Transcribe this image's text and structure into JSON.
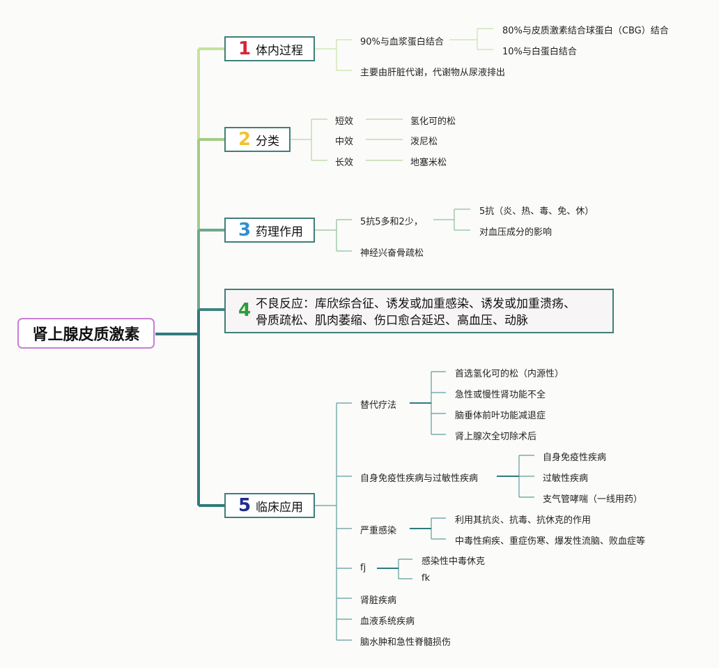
{
  "root": {
    "label": "肾上腺皮质激素"
  },
  "colors": {
    "num1": "#d9243a",
    "num2": "#f2c231",
    "num3": "#2d8fd5",
    "num4": "#2e9a3a",
    "num5": "#1f2d8a",
    "root_border": "#c77ed6",
    "category_border": "#3f7f78"
  },
  "categories": {
    "c1": {
      "num": "1",
      "label": "体内过程",
      "children": {
        "a": {
          "label": "90%与血浆蛋白结合",
          "children": {
            "x": "80%与皮质激素结合球蛋白（CBG）结合",
            "y": "10%与白蛋白结合"
          }
        },
        "b": {
          "label": "主要由肝脏代谢，代谢物从尿液排出"
        }
      }
    },
    "c2": {
      "num": "2",
      "label": "分类",
      "children": {
        "a": {
          "label": "短效",
          "child": "氢化可的松"
        },
        "b": {
          "label": "中效",
          "child": "泼尼松"
        },
        "c": {
          "label": "长效",
          "child": "地塞米松"
        }
      }
    },
    "c3": {
      "num": "3",
      "label": "药理作用",
      "children": {
        "a": {
          "label": "5抗5多和2少，",
          "children": {
            "x": "5抗（炎、热、毒、免、休）",
            "y": "对血压成分的影响"
          }
        },
        "b": {
          "label": "神经兴奋骨疏松"
        }
      }
    },
    "c4": {
      "num": "4",
      "line1": "不良反应：库欣综合征、诱发或加重感染、诱发或加重溃疡、",
      "line2": "骨质疏松、肌肉萎缩、伤口愈合延迟、高血压、动脉"
    },
    "c5": {
      "num": "5",
      "label": "临床应用",
      "children": {
        "a": {
          "label": "替代疗法",
          "children": {
            "w": "首选氢化可的松（内源性）",
            "x": "急性或慢性肾功能不全",
            "y": "脑垂体前叶功能减退症",
            "z": "肾上腺次全切除术后"
          }
        },
        "b": {
          "label": "自身免疫性疾病与过敏性疾病",
          "children": {
            "x": "自身免疫性疾病",
            "y": "过敏性疾病",
            "z": "支气管哮喘（一线用药）"
          }
        },
        "c": {
          "label": "严重感染",
          "children": {
            "x": "利用其抗炎、抗毒、抗休克的作用",
            "y": "中毒性痢疾、重症伤寒、爆发性流脑、败血症等"
          }
        },
        "d": {
          "label": "fj",
          "children": {
            "x": "感染性中毒休克",
            "y": "fk"
          }
        },
        "e": {
          "label": "肾脏疾病"
        },
        "f": {
          "label": "血液系统疾病"
        },
        "g": {
          "label": "脑水肿和急性脊髓损伤"
        }
      }
    }
  }
}
